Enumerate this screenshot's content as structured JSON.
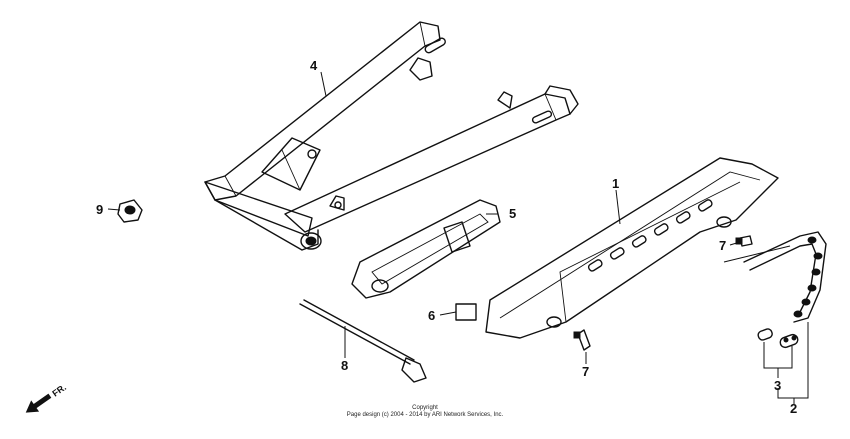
{
  "diagram": {
    "parts": [
      {
        "id": "part-1",
        "number": "1"
      },
      {
        "id": "part-2",
        "number": "2"
      },
      {
        "id": "part-3",
        "number": "3"
      },
      {
        "id": "part-4",
        "number": "4"
      },
      {
        "id": "part-5",
        "number": "5"
      },
      {
        "id": "part-6",
        "number": "6"
      },
      {
        "id": "part-7a",
        "number": "7"
      },
      {
        "id": "part-7b",
        "number": "7"
      },
      {
        "id": "part-8",
        "number": "8"
      },
      {
        "id": "part-9",
        "number": "9"
      }
    ],
    "direction_label": "FR.",
    "copyright": {
      "line1": "Copyright",
      "line2": "Page design (c) 2004 - 2014 by ARI Network Services, Inc."
    }
  }
}
